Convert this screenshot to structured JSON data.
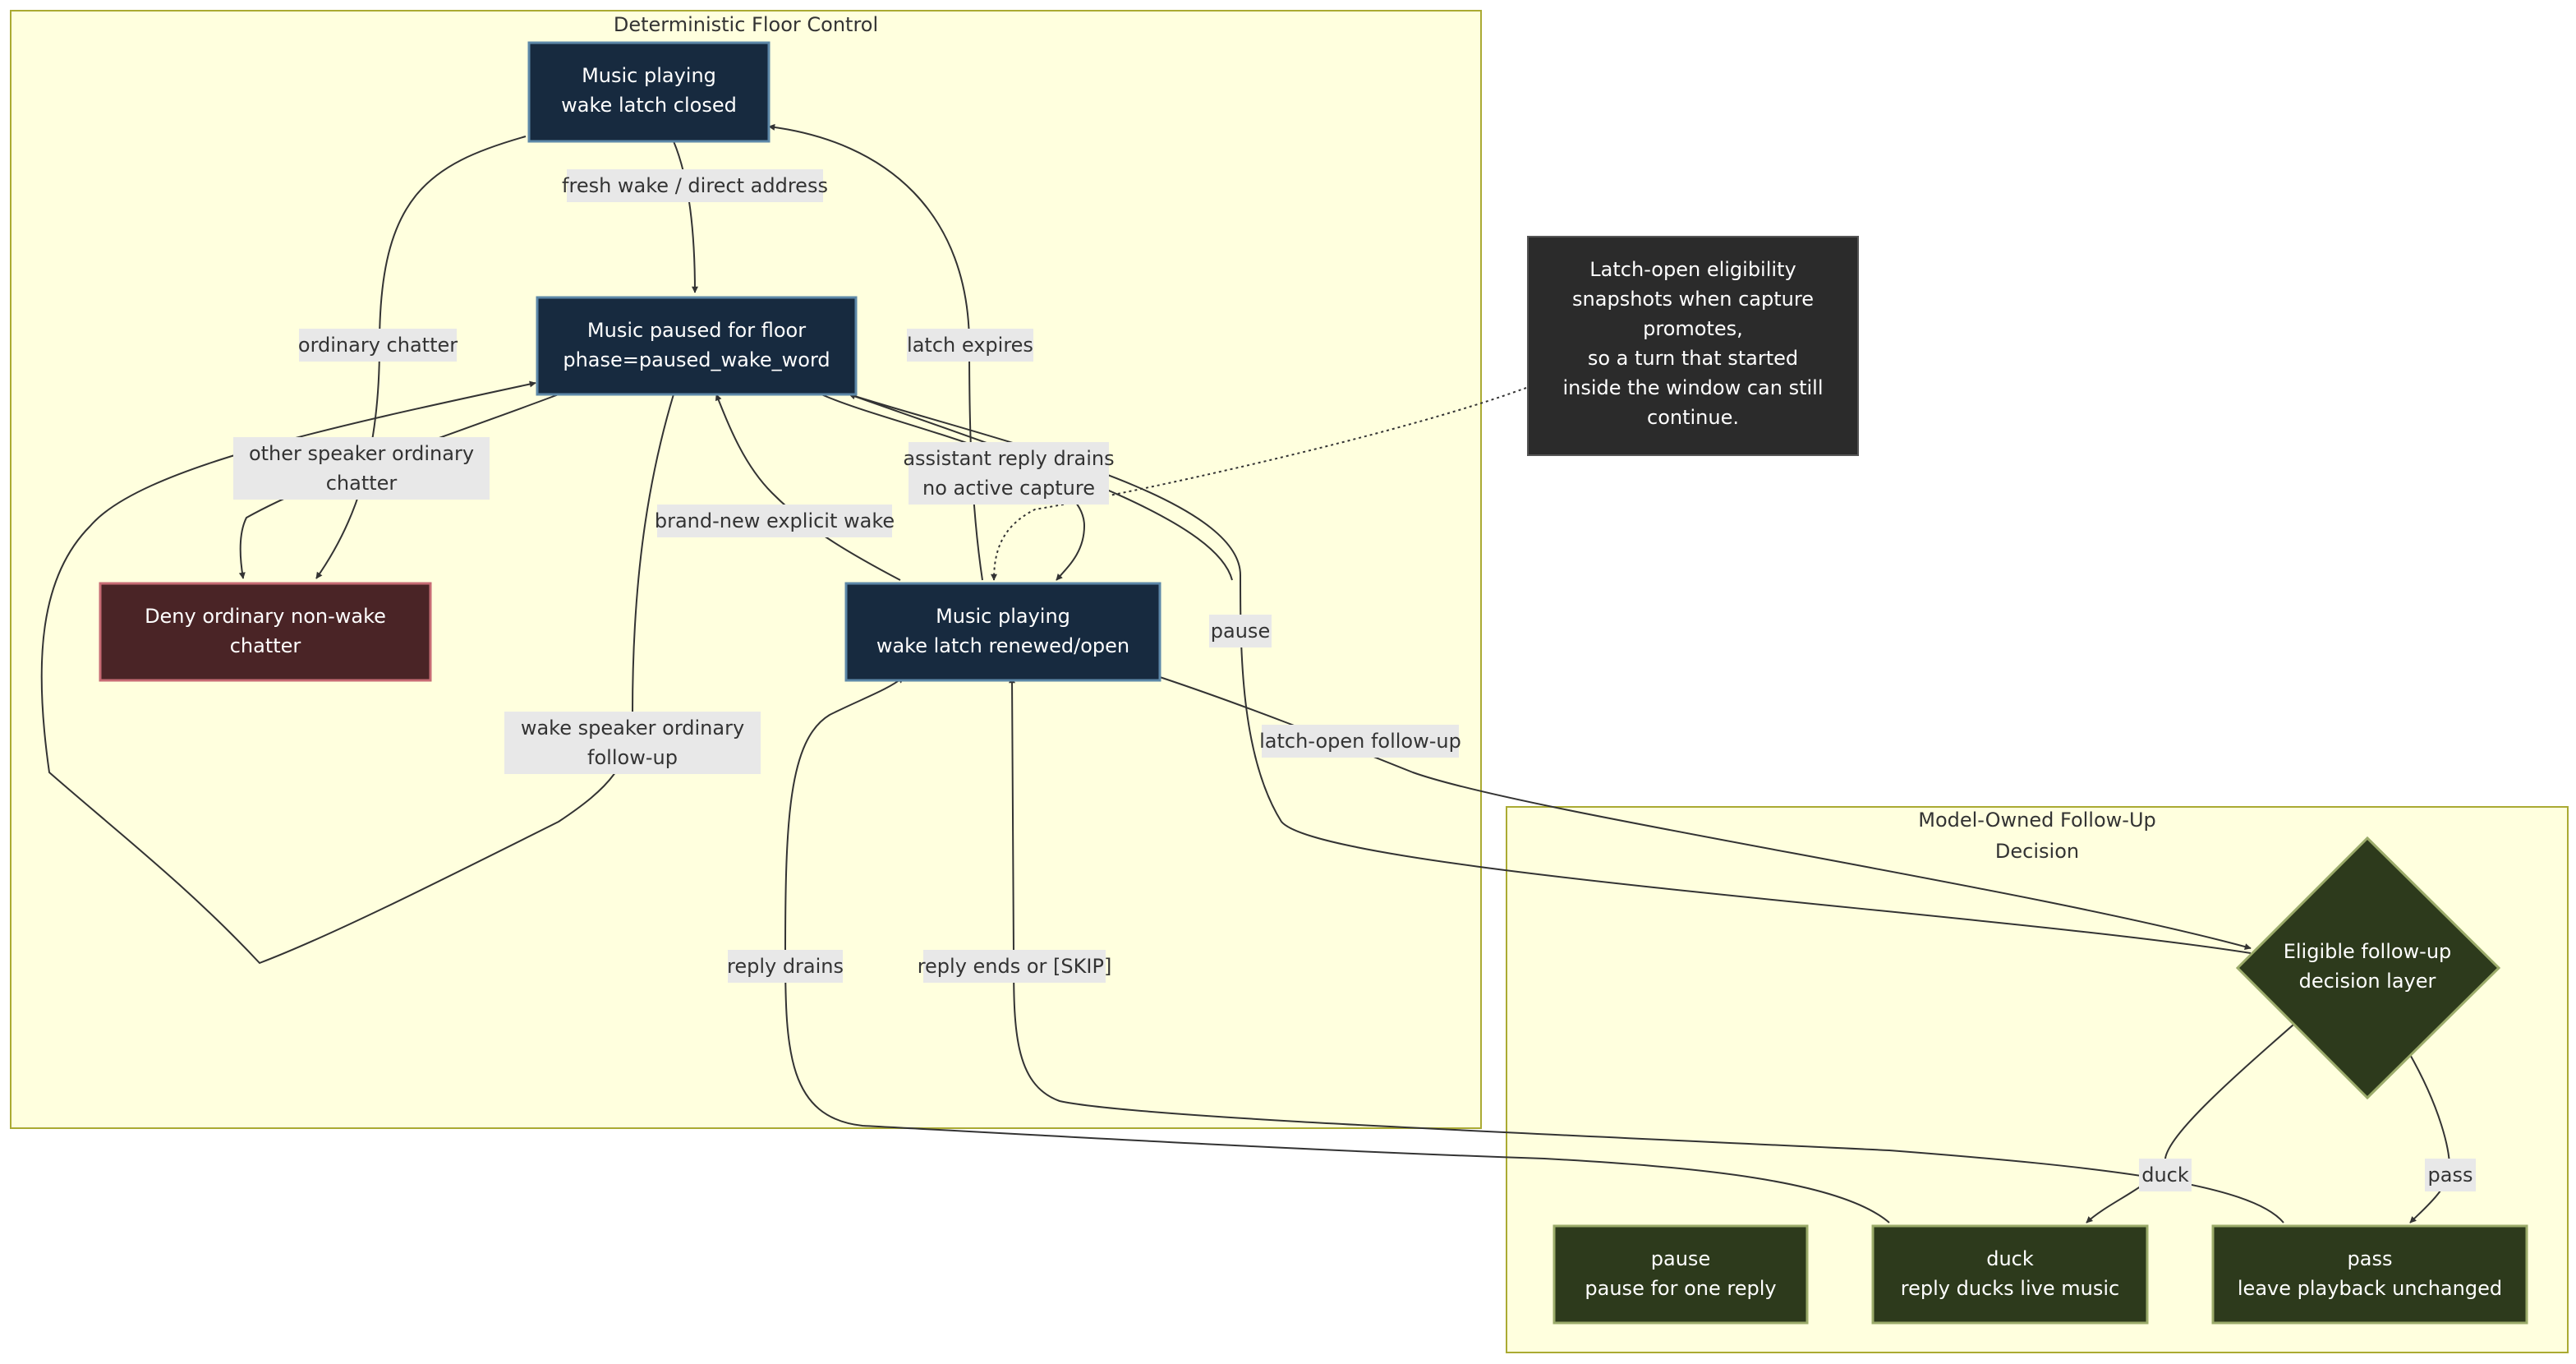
{
  "clusters": {
    "deterministic": {
      "title": "Deterministic Floor Control"
    },
    "model_owned": {
      "title_line1": "Model-Owned Follow-Up",
      "title_line2": "Decision"
    }
  },
  "nodes": {
    "latch_closed": {
      "line1": "Music playing",
      "line2": "wake latch closed"
    },
    "paused_floor": {
      "line1": "Music paused for floor",
      "line2": "phase=paused_wake_word"
    },
    "deny_chatter": {
      "line1": "Deny ordinary non-wake",
      "line2": "chatter"
    },
    "latch_open": {
      "line1": "Music playing",
      "line2": "wake latch renewed/open"
    },
    "decision": {
      "line1": "Eligible follow-up",
      "line2": "decision layer"
    },
    "pause_node": {
      "line1": "pause",
      "line2": "pause for one reply"
    },
    "duck_node": {
      "line1": "duck",
      "line2": "reply ducks live music"
    },
    "pass_node": {
      "line1": "pass",
      "line2": "leave playback unchanged"
    }
  },
  "note": {
    "line1": "Latch-open eligibility",
    "line2": "snapshots when capture",
    "line3": "promotes,",
    "line4": "so a turn that started",
    "line5": "inside the window can still",
    "line6": "continue."
  },
  "edges": {
    "fresh_wake": "fresh wake / direct address",
    "ordinary_chatter": "ordinary chatter",
    "latch_expires": "latch expires",
    "other_speaker_line1": "other speaker ordinary",
    "other_speaker_line2": "chatter",
    "assistant_drains_line1": "assistant reply drains",
    "assistant_drains_line2": "no active capture",
    "brand_new_wake": "brand-new explicit wake",
    "pause": "pause",
    "wake_speaker_line1": "wake speaker ordinary",
    "wake_speaker_line2": "follow-up",
    "latch_open_followup": "latch-open follow-up",
    "reply_drains": "reply drains",
    "reply_ends": "reply ends or [SKIP]",
    "duck": "duck",
    "pass": "pass"
  },
  "colors": {
    "cluster_fill": "#ffffde",
    "cluster_stroke": "#aaaa33",
    "state_fill": "#172a3f",
    "state_stroke": "#5d88a8",
    "deny_fill": "#4a2426",
    "deny_stroke": "#c76b74",
    "model_fill": "#2d3a1c",
    "model_stroke": "#9bab6a",
    "note_fill": "#2b2b2b",
    "edge_label_bg": "#e8e8e8"
  }
}
